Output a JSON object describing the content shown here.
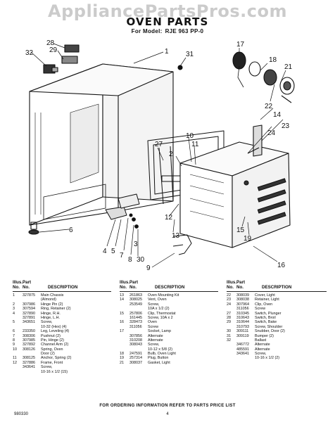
{
  "watermark": "AppliancePartsPros.com",
  "title": "OVEN PARTS",
  "subtitle": {
    "label": "For Model:",
    "model": "RJE 963 PP-0"
  },
  "callouts": [
    "1",
    "2",
    "3",
    "4",
    "5",
    "6",
    "7",
    "8",
    "9",
    "10",
    "11",
    "12",
    "13",
    "14",
    "15",
    "16",
    "17",
    "18",
    "19",
    "21",
    "22",
    "23",
    "24",
    "27",
    "28",
    "29",
    "30",
    "31",
    "32"
  ],
  "table": {
    "headers": {
      "illus": "Illus.",
      "no": "No.",
      "part": "Part",
      "part_no": "No.",
      "description": "DESCRIPTION"
    },
    "columns": [
      [
        {
          "illus": "1",
          "part": "327875",
          "desc": "Main Chassis"
        },
        {
          "illus": "",
          "part": "",
          "desc": "(Almond)"
        },
        {
          "illus": "2",
          "part": "307986",
          "desc": "Hinge Pin (2)"
        },
        {
          "illus": "3",
          "part": "307594",
          "desc": "Ring, Retainer (2)"
        },
        {
          "illus": "4",
          "part": "327890",
          "desc": "Hinge, R.H."
        },
        {
          "illus": "",
          "part": "327891",
          "desc": "Hinge, L.H."
        },
        {
          "illus": "5",
          "part": "343651",
          "desc": "Screw,"
        },
        {
          "illus": "",
          "part": "",
          "desc": "10-32 (Hex) (4)"
        },
        {
          "illus": "6",
          "part": "233350",
          "desc": "Leg, Leveling (4)"
        },
        {
          "illus": "7",
          "part": "308306",
          "desc": "Pushnut (2)"
        },
        {
          "illus": "8",
          "part": "307985",
          "desc": "Pin, Hinge (2)"
        },
        {
          "illus": "9",
          "part": "327892",
          "desc": "Channel Arm (2)"
        },
        {
          "illus": "10",
          "part": "308126",
          "desc": "Spring, Oven"
        },
        {
          "illus": "",
          "part": "",
          "desc": "Door (2)"
        },
        {
          "illus": "11",
          "part": "308125",
          "desc": "Anchor, Spring (2)"
        },
        {
          "illus": "12",
          "part": "327886",
          "desc": "Frame, Front"
        },
        {
          "illus": "",
          "part": "343641",
          "desc": "Screw,"
        },
        {
          "illus": "",
          "part": "",
          "desc": "10-16 x 1/2 (15)"
        }
      ],
      [
        {
          "illus": "13",
          "part": "261863",
          "desc": "Oven Mounting Kit"
        },
        {
          "illus": "14",
          "part": "308025",
          "desc": "Vent, Oven"
        },
        {
          "illus": "",
          "part": "253549",
          "desc": "Screw,"
        },
        {
          "illus": "",
          "part": "",
          "desc": "10A x 1/2 (2)"
        },
        {
          "illus": "15",
          "part": "257806",
          "desc": "Clip, Thermostat"
        },
        {
          "illus": "",
          "part": "161445",
          "desc": "Screw, 10A x 2"
        },
        {
          "illus": "16",
          "part": "328473",
          "desc": "Oven"
        },
        {
          "illus": "",
          "part": "311056",
          "desc": "Screw"
        },
        {
          "illus": "17",
          "part": "",
          "desc": "Socket, Lamp"
        },
        {
          "illus": "",
          "part": "307856",
          "desc": "Alternate"
        },
        {
          "illus": "",
          "part": "310208",
          "desc": "Alternate"
        },
        {
          "illus": "",
          "part": "308043",
          "desc": "Screw,"
        },
        {
          "illus": "",
          "part": "",
          "desc": "10-12 x 5/8 (2)"
        },
        {
          "illus": "18",
          "part": "247591",
          "desc": "Bulb, Oven Light"
        },
        {
          "illus": "19",
          "part": "257314",
          "desc": "Plug, Button"
        },
        {
          "illus": "21",
          "part": "308037",
          "desc": "Gasket, Light"
        }
      ],
      [
        {
          "illus": "22",
          "part": "308039",
          "desc": "Cover, Light"
        },
        {
          "illus": "23",
          "part": "308038",
          "desc": "Retainer, Light"
        },
        {
          "illus": "24",
          "part": "307964",
          "desc": "Clip, Oven"
        },
        {
          "illus": "",
          "part": "311056",
          "desc": "Screw"
        },
        {
          "illus": "27",
          "part": "310345",
          "desc": "Switch, Plunger"
        },
        {
          "illus": "28",
          "part": "310643",
          "desc": "Switch, Broil"
        },
        {
          "illus": "29",
          "part": "310644",
          "desc": "Switch, Bake"
        },
        {
          "illus": "",
          "part": "310793",
          "desc": "Screw, Shoulder"
        },
        {
          "illus": "30",
          "part": "309111",
          "desc": "Snubber, Door (2)"
        },
        {
          "illus": "31",
          "part": "309119",
          "desc": "Bumper (2)"
        },
        {
          "illus": "32",
          "part": "",
          "desc": "Ballast"
        },
        {
          "illus": "",
          "part": "346772",
          "desc": "Alternate"
        },
        {
          "illus": "",
          "part": "485591",
          "desc": "Alternate"
        },
        {
          "illus": "",
          "part": "343641",
          "desc": "Screw,"
        },
        {
          "illus": "",
          "part": "",
          "desc": "10-16 x 1/2 (2)"
        }
      ]
    ]
  },
  "footer_note": "FOR ORDERING INFORMATION REFER TO PARTS PRICE LIST",
  "doc_number": "980330",
  "page_number": "4"
}
